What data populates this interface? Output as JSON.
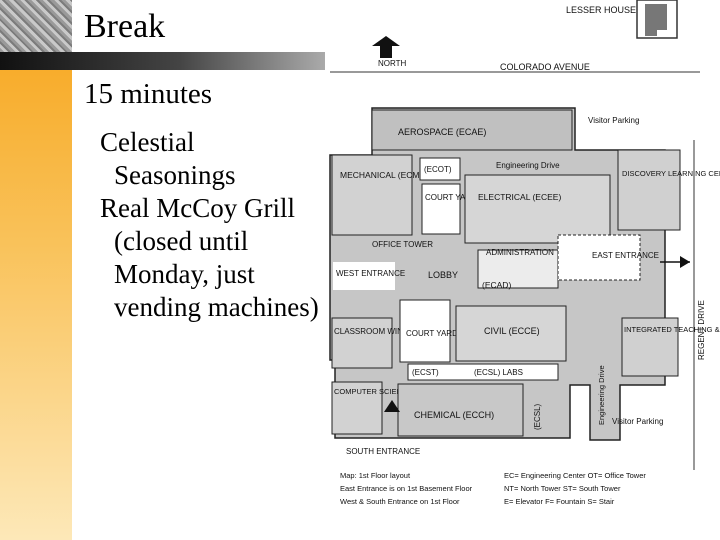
{
  "slide": {
    "title": "Break",
    "subtitle": "15 minutes",
    "items": [
      {
        "text": "Celestial Seasonings"
      },
      {
        "text": "Real McCoy Grill (closed until Monday, just vending machines)"
      }
    ]
  },
  "map": {
    "lesser_house": "LESSER HOUSE",
    "north": "NORTH",
    "colorado_avenue": "COLORADO AVENUE",
    "visitor_parking_top": "Visitor Parking",
    "visitor_parking_bottom": "Visitor Parking",
    "aerospace": "AEROSPACE (ECAE)",
    "mechanical": "MECHANICAL (ECME)",
    "ecot": "(ECOT)",
    "court_yard_1": "COURT YARD",
    "engineering_drive": "Engineering Drive",
    "electrical": "ELECTRICAL (ECEE)",
    "discovery": "DISCOVERY LEARNING CENTER (DLC)",
    "office_tower": "OFFICE TOWER",
    "administration": "ADMINISTRATION",
    "east_entrance": "EAST ENTRANCE",
    "west_entrance": "WEST ENTRANCE",
    "lobby": "LOBBY",
    "ecad": "(ECAD)",
    "regent_drive": "REGENT DRIVE",
    "classroom": "CLASSROOM WING (ECCR)",
    "court_yard_2": "COURT YARD",
    "civil": "CIVIL (ECCE)",
    "itll": "INTEGRATED TEACHING & LEARNING LAB (ITLL)",
    "engineering_drive_2": "Engineering Drive",
    "ecst": "(ECST)",
    "ecsl_labs": "(ECSL) LABS",
    "computer_science": "COMPUTER SCIENCE (ECCS)",
    "chemical": "CHEMICAL (ECCH)",
    "ecsl_v": "(ECSL)",
    "south_entrance": "SOUTH ENTRANCE",
    "legend": [
      "Map: 1st Floor layout",
      "East Entrance is on 1st Basement Floor",
      "West & South Entrance on 1st Floor",
      "EC= Engineering Center  OT= Office Tower",
      "NT= North Tower   ST= South Tower",
      "E= Elevator  F= Fountain  S= Stair"
    ]
  }
}
